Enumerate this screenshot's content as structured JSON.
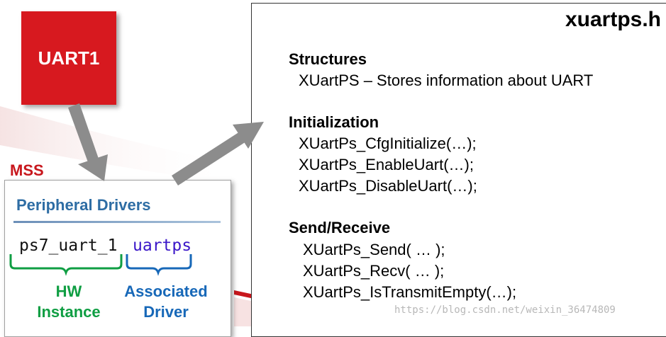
{
  "uart_box": {
    "label": "UART1"
  },
  "mss_label": "MSS",
  "peripheral_panel": {
    "title": "Peripheral Drivers",
    "hw_instance": "ps7_uart_1",
    "driver_name": "uartps",
    "hw_label_line1": "HW",
    "hw_label_line2": "Instance",
    "driver_label_line1": "Associated",
    "driver_label_line2": "Driver"
  },
  "header_file": {
    "title": "xuartps.h",
    "sections": [
      {
        "heading": "Structures",
        "lines": [
          "XUartPS – Stores information about UART"
        ]
      },
      {
        "heading": "Initialization",
        "lines": [
          "XUartPs_CfgInitialize(…);",
          "XUartPs_EnableUart(…);",
          "XUartPs_DisableUart(…);"
        ]
      },
      {
        "heading": "Send/Receive",
        "lines": [
          "XUartPs_Send( … );",
          "XUartPs_Recv( … );",
          "XUartPs_IsTransmitEmpty(…);"
        ]
      }
    ]
  },
  "watermark": "https://blog.csdn.net/weixin_36474809",
  "colors": {
    "uart_red": "#d7191f",
    "mss_red": "#c8171d",
    "hw_green": "#0f9e43",
    "driver_blue": "#1768b8",
    "driver_text_purple": "#3a16c8",
    "arrow_gray": "#8c8c8c"
  }
}
